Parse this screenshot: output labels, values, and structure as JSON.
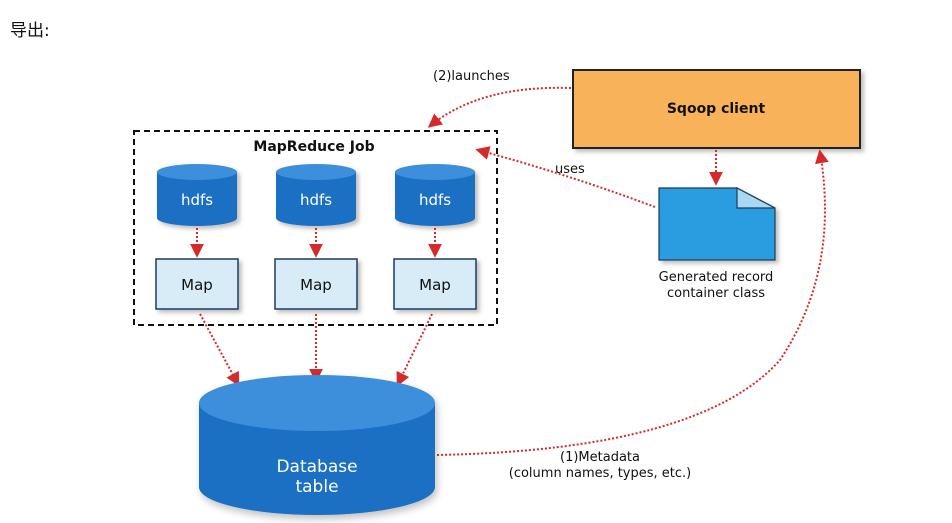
{
  "heading": "导出:",
  "diagram": {
    "job_title": "MapReduce Job",
    "hdfs_label": "hdfs",
    "map_label": "Map",
    "client_label": "Sqoop client",
    "record_class_line1": "Generated record",
    "record_class_line2": "container class",
    "db_line1": "Database",
    "db_line2": "table",
    "launches_label": "(2)launches",
    "uses_label": "uses",
    "metadata_line1": "(1)Metadata",
    "metadata_line2": "(column names, types, etc.)"
  },
  "colors": {
    "cylinder": "#1a6fc4",
    "cylinder_top": "#3d8fdc",
    "map_fill": "#d7ecf7",
    "client_fill": "#f7b25a",
    "doc_fill": "#2a9ce0",
    "arrow": "#d62a2a"
  }
}
